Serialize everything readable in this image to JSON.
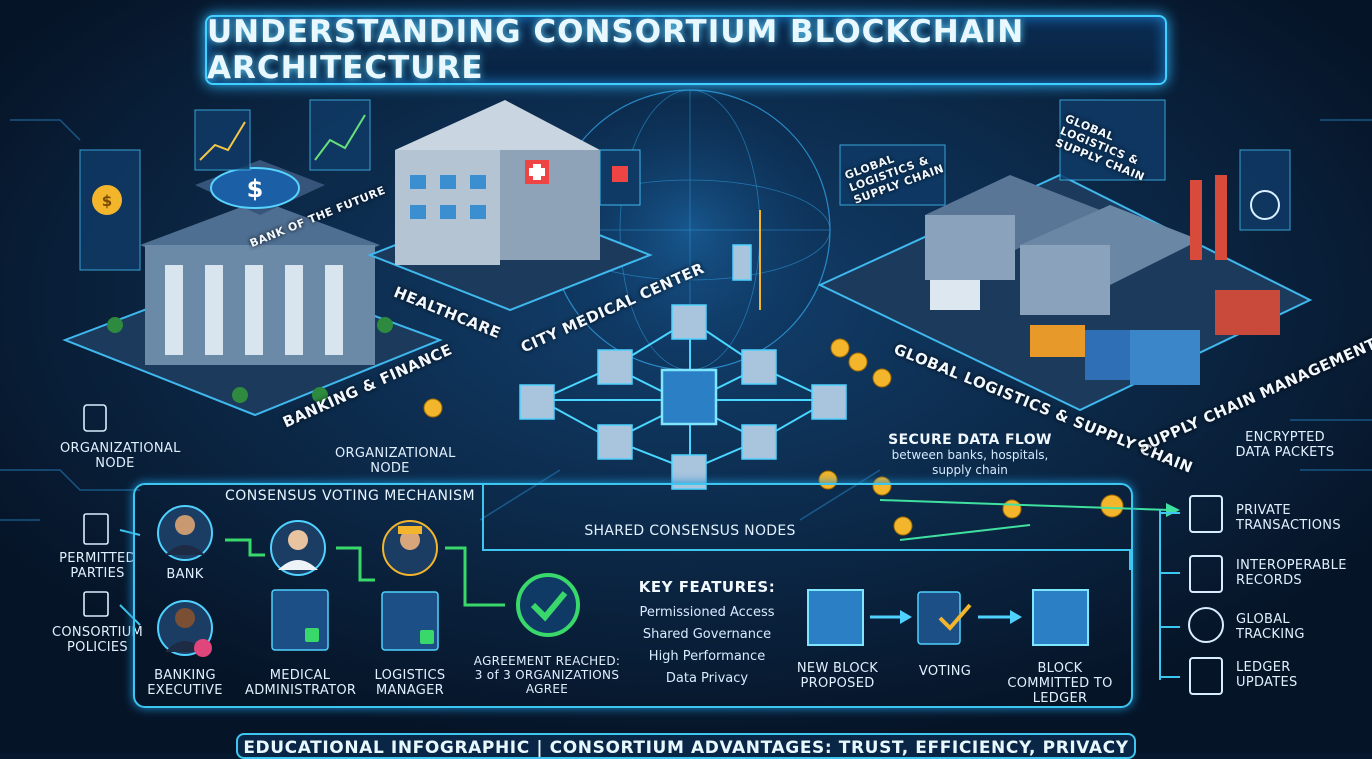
{
  "title": "UNDERSTANDING CONSORTIUM BLOCKCHAIN ARCHITECTURE",
  "sectors": {
    "banking": "BANKING & FINANCE",
    "bank_sign": "BANK OF THE FUTURE",
    "healthcare": "HEALTHCARE",
    "medical_center": "CITY MEDICAL CENTER",
    "logistics": "GLOBAL LOGISTICS & SUPPLY CHAIN",
    "logistics_sign_1": "GLOBAL LOGISTICS & SUPPLY CHAIN",
    "logistics_sign_2": "GLOBAL LOGISTICS & SUPPLY CHAIN",
    "supply_chain": "SUPPLY CHAIN MANAGEMENT"
  },
  "labels": {
    "org_node_left": "ORGANIZATIONAL NODE",
    "org_node_center": "ORGANIZATIONAL NODE",
    "shared_nodes": "SHARED CONSENSUS NODES",
    "encrypted": "ENCRYPTED DATA PACKETS",
    "secure_title": "SECURE DATA FLOW",
    "secure_sub": "between banks, hospitals, supply chain"
  },
  "left_side": [
    {
      "label": "PERMITTED PARTIES",
      "icon": "id-card-icon"
    },
    {
      "label": "CONSORTIUM POLICIES",
      "icon": "policy-card-icon"
    }
  ],
  "consensus": {
    "title": "CONSENSUS VOTING MECHANISM",
    "parties": [
      "BANK",
      "BANKING EXECUTIVE",
      "MEDICAL ADMINISTRATOR",
      "LOGISTICS MANAGER"
    ],
    "agreement": "AGREEMENT REACHED: 3 of 3 ORGANIZATIONS AGREE"
  },
  "key_features": {
    "title": "KEY FEATURES:",
    "items": [
      "Permissioned Access",
      "Shared Governance",
      "High Performance",
      "Data Privacy"
    ]
  },
  "process": [
    "NEW BLOCK PROPOSED",
    "VOTING",
    "BLOCK COMMITTED TO LEDGER"
  ],
  "right_side": [
    "PRIVATE TRANSACTIONS",
    "INTEROPERABLE RECORDS",
    "GLOBAL TRACKING",
    "LEDGER UPDATES"
  ],
  "footer": "EDUCATIONAL INFOGRAPHIC | CONSORTIUM ADVANTAGES: TRUST, EFFICIENCY, PRIVACY",
  "colors": {
    "accent": "#3fd0ff",
    "background": "#06182e",
    "check": "#39d86a",
    "coin": "#f2b52c"
  }
}
